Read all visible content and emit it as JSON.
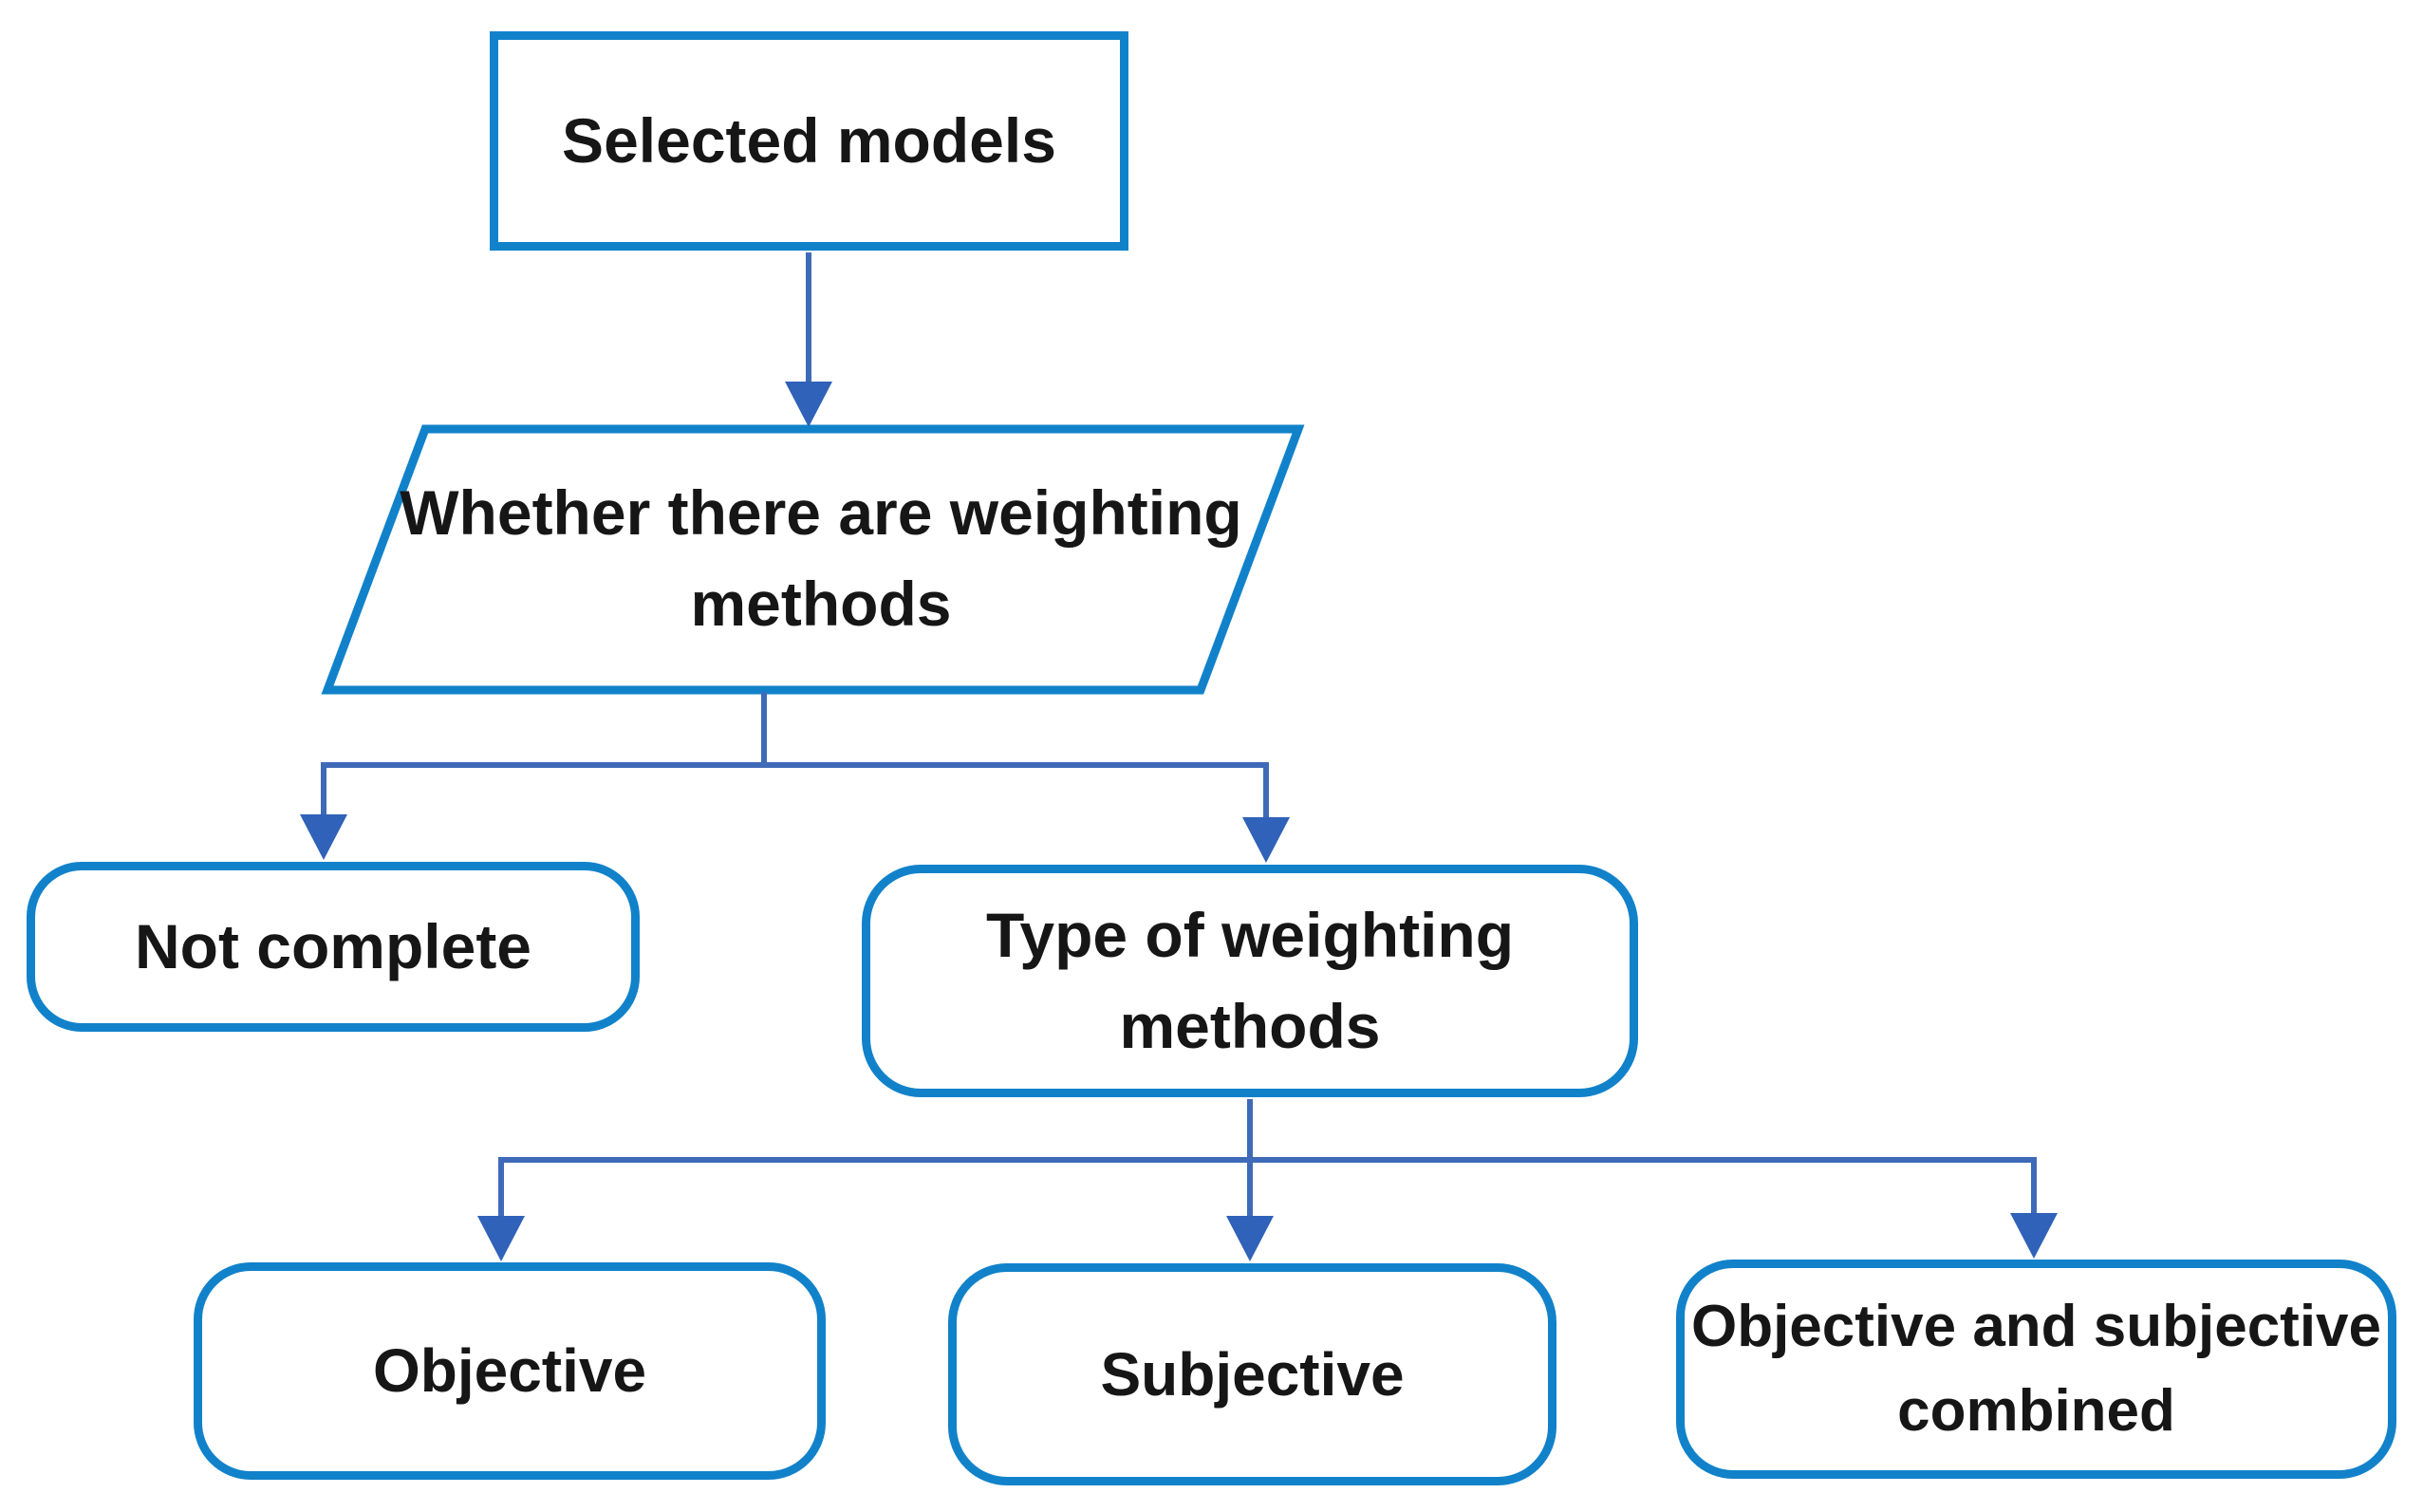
{
  "diagram": {
    "type": "flowchart",
    "colors": {
      "shape_border": "#1182ca",
      "connector": "#3f6ab8",
      "arrowhead": "#2f62b8",
      "text_color": "#161616",
      "background": "#ffffff"
    },
    "nodes": {
      "selected_models": {
        "label": "Selected models",
        "shape": "rectangle"
      },
      "weighting_check": {
        "label": "Whether there are weighting methods",
        "shape": "parallelogram"
      },
      "not_complete": {
        "label": "Not complete",
        "shape": "rounded-rectangle"
      },
      "type_of_weighting": {
        "label": "Type of weighting methods",
        "shape": "rounded-rectangle"
      },
      "objective": {
        "label": "Objective",
        "shape": "rounded-rectangle"
      },
      "subjective": {
        "label": "Subjective",
        "shape": "rounded-rectangle"
      },
      "combined": {
        "label": "Objective and subjective combined",
        "shape": "rounded-rectangle"
      }
    },
    "edges": [
      {
        "from": "selected_models",
        "to": "weighting_check"
      },
      {
        "from": "weighting_check",
        "to": "not_complete"
      },
      {
        "from": "weighting_check",
        "to": "type_of_weighting"
      },
      {
        "from": "type_of_weighting",
        "to": "objective"
      },
      {
        "from": "type_of_weighting",
        "to": "subjective"
      },
      {
        "from": "type_of_weighting",
        "to": "combined"
      }
    ]
  }
}
